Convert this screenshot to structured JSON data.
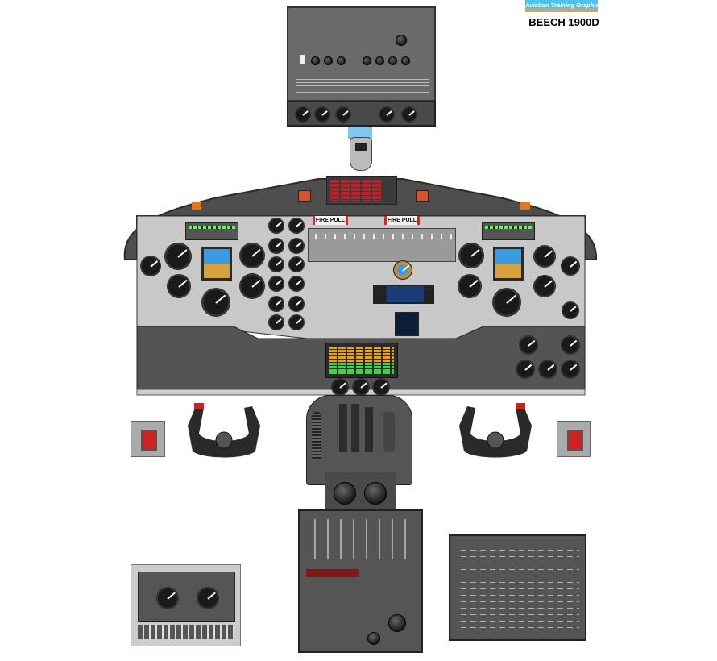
{
  "brand": {
    "logo_text": "Aviation Training Graphics",
    "title": "BEECH 1900D"
  },
  "glareshield": {
    "fire_pull_left": "FIRE PULL",
    "fire_pull_right": "FIRE PULL"
  },
  "colors": {
    "panel_light": "#c8c8c8",
    "panel_dark": "#5a5a5a",
    "glareshield": "#4e4e4e",
    "annunciator_red": "#c0202a",
    "logo_sky": "#4fc3f0",
    "logo_ground": "#c9a77a"
  }
}
